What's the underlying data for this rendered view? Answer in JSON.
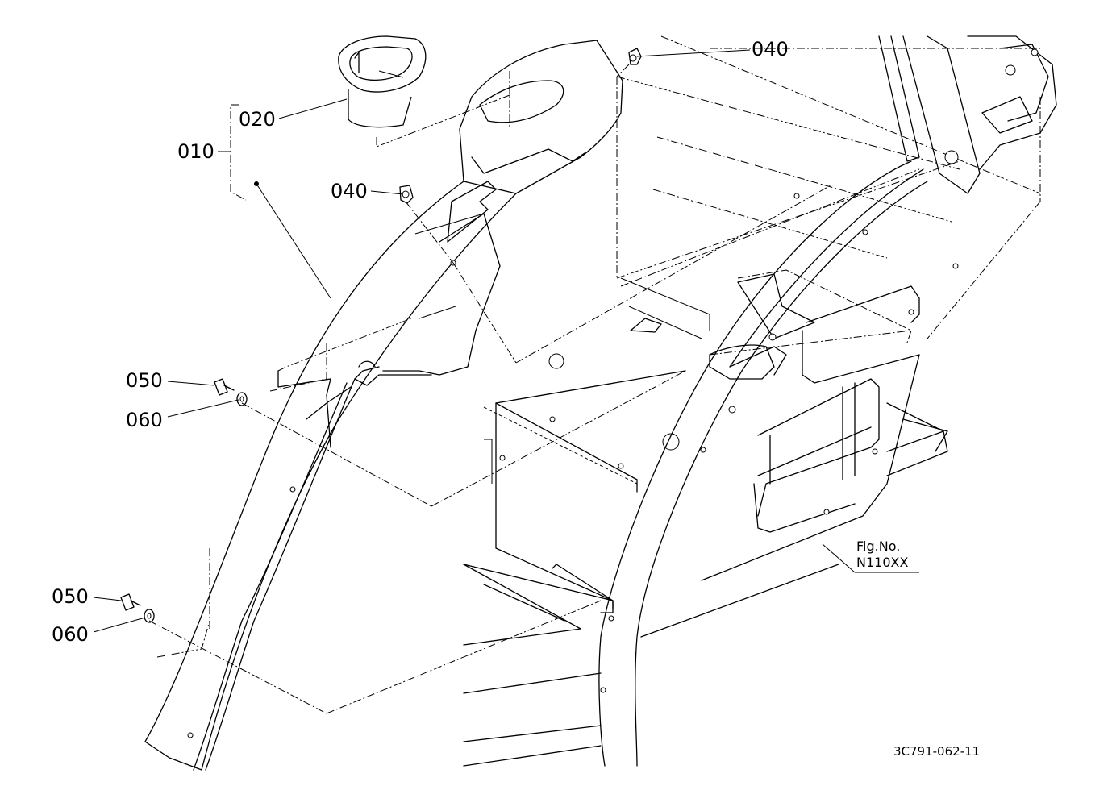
{
  "callouts": {
    "p010": "010",
    "p020": "020",
    "p040_top": "040",
    "p040_mid": "040",
    "p050_upper": "050",
    "p060_upper": "060",
    "p050_lower": "050",
    "p060_lower": "060"
  },
  "figure_reference": {
    "line1": "Fig.No.",
    "line2": "N110XX"
  },
  "document_id": "3C791-062-11",
  "colors": {
    "ink": "#000000",
    "paper": "#ffffff"
  }
}
